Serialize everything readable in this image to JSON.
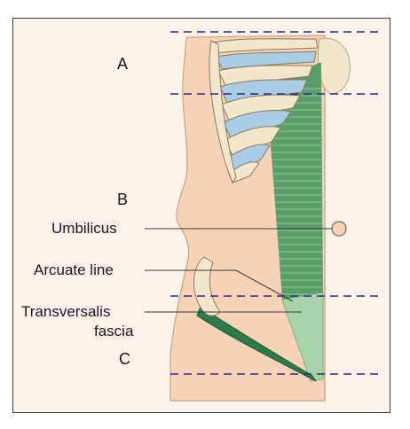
{
  "diagram": {
    "regions": [
      "A",
      "B",
      "C"
    ],
    "labels": {
      "umbilicus": "Umbilicus",
      "arcuate_line": "Arcuate line",
      "transversalis_line1": "Transversalis",
      "transversalis_line2": "fascia"
    },
    "colors": {
      "skin": "#f6d3b6",
      "skin_outline": "#c9a080",
      "muscle": "#5a9e6a",
      "muscle_light": "#a9d3a9",
      "rib_bone": "#f2e6cc",
      "costal_cartilage": "#a9cde6",
      "dashed_line": "#2b2b8c",
      "leader_line": "#3a3a3a"
    }
  }
}
